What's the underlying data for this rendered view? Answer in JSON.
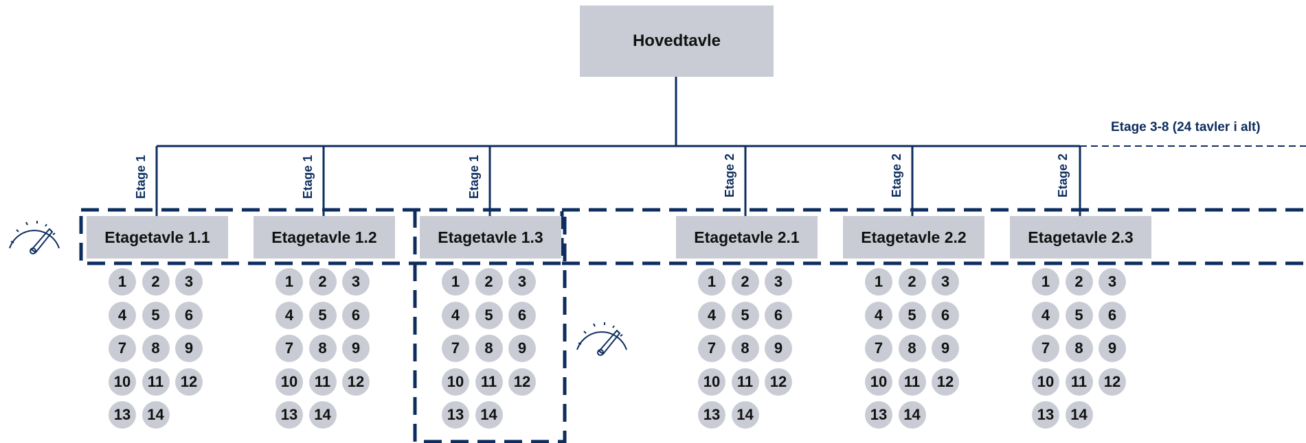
{
  "main_board": {
    "label": "Hovedtavle"
  },
  "note": {
    "label": "Etage 3-8 (24 tavler i alt)"
  },
  "floor_boards": [
    {
      "label": "Etagetavle 1.1",
      "floor_label": "Etage 1"
    },
    {
      "label": "Etagetavle 1.2",
      "floor_label": "Etage 1"
    },
    {
      "label": "Etagetavle 1.3",
      "floor_label": "Etage 1"
    },
    {
      "label": "Etagetavle 2.1",
      "floor_label": "Etage 2"
    },
    {
      "label": "Etagetavle 2.2",
      "floor_label": "Etage 2"
    },
    {
      "label": "Etagetavle 2.3",
      "floor_label": "Etage 2"
    }
  ],
  "circuits": [
    "1",
    "2",
    "3",
    "4",
    "5",
    "6",
    "7",
    "8",
    "9",
    "10",
    "11",
    "12",
    "13",
    "14"
  ],
  "icons": [
    "meter-icon",
    "meter-icon"
  ],
  "colors": {
    "line": "#0d2d5e",
    "box": "#c9ccd4"
  }
}
